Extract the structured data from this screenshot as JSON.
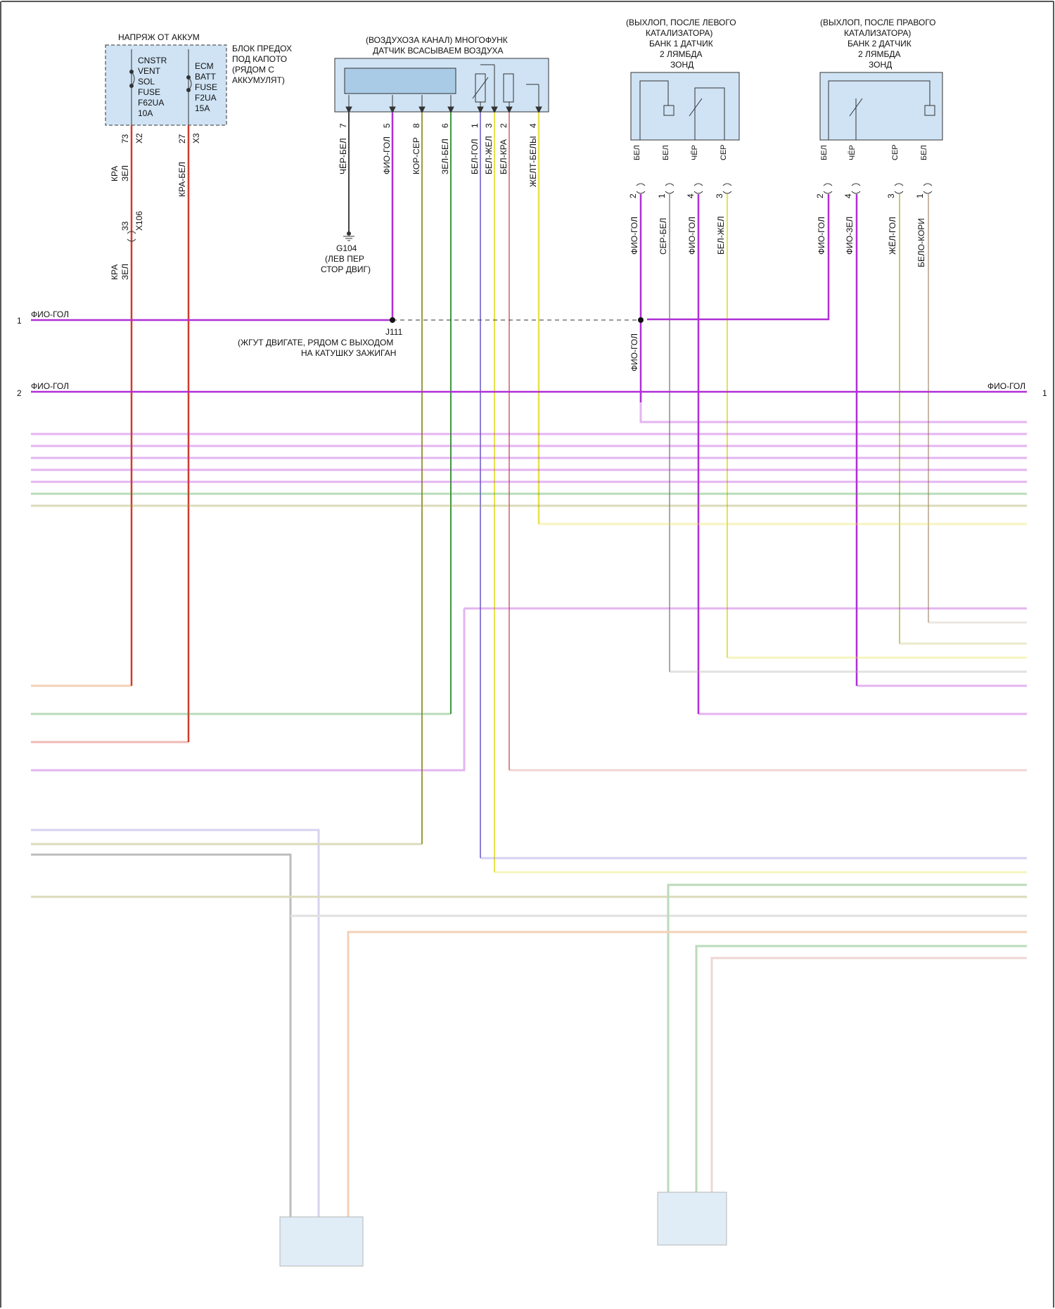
{
  "fuse_block": {
    "title": "НАПРЯЖ ОТ АККУМ",
    "location_lines": [
      "БЛОК ПРЕДОХ",
      "ПОД КАПОТО",
      "(РЯДОМ С",
      "АККУМУЛЯТ)"
    ],
    "fuse1_lines": [
      "CNSTR",
      "VENT",
      "SOL",
      "FUSE",
      "F62UA",
      "10A"
    ],
    "fuse2_lines": [
      "ECM",
      "BATT",
      "FUSE",
      "F2UA",
      "15A"
    ],
    "pin1": "73",
    "conn1": "X2",
    "pin2": "27",
    "conn2": "X3",
    "wire1_top": [
      "КРА",
      "ЗЕЛ"
    ],
    "wire2": "КРА-БЕЛ",
    "inline_pin": "33",
    "inline_conn": "X106",
    "wire1_bottom": [
      "КРА",
      "ЗЕЛ"
    ]
  },
  "maf_sensor": {
    "title_lines": [
      "(ВОЗДУХОЗА КАНАЛ) МНОГОФУНК",
      "ДАТЧИК ВСАСЫВАЕМ ВОЗДУХА"
    ],
    "pins": [
      "7",
      "5",
      "8",
      "6",
      "1",
      "3",
      "2",
      "4"
    ],
    "wires": [
      "ЧЁР-БЕЛ",
      "ФИО-ГОЛ",
      "КОР-СЕР",
      "ЗЕЛ-БЕЛ",
      "БЕЛ-ГОЛ",
      "БЕЛ-ЖЕЛ",
      "БЕЛ-КРА",
      "ЖЕЛТ-БЕЛЫ"
    ]
  },
  "ground": {
    "id": "G104",
    "lines": [
      "(ЛЕВ ПЕР",
      "СТОР ДВИГ)"
    ]
  },
  "splice": {
    "id": "J111",
    "lines": [
      "(ЖГУТ ДВИГАТЕ, РЯДОМ С ВЫХОДОМ",
      "НА КАТУШКУ ЗАЖИГАН"
    ],
    "wire": "ФИО-ГОЛ"
  },
  "o2_bank1": {
    "title_lines": [
      "(ВЫХЛОП, ПОСЛЕ ЛЕВОГО",
      "КАТАЛИЗАТОРА)",
      "БАНК 1 ДАТЧИК",
      "2 ЛЯМБДА",
      "ЗОНД"
    ],
    "pin_wires": [
      "БЕЛ",
      "БЕЛ",
      "ЧЁР",
      "СЕР"
    ],
    "pins": [
      "2",
      "1",
      "4",
      "3"
    ],
    "wires": [
      "ФИО-ГОЛ",
      "СЕР-БЕЛ",
      "ФИО-ГОЛ",
      "БЕЛ-ЖЕЛ"
    ]
  },
  "o2_bank2": {
    "title_lines": [
      "(ВЫХЛОП, ПОСЛЕ ПРАВОГО",
      "КАТАЛИЗАТОРА)",
      "БАНК 2 ДАТЧИК",
      "2 ЛЯМБДА",
      "ЗОНД"
    ],
    "pin_wires": [
      "БЕЛ",
      "ЧЁР",
      "СЕР",
      "БЕЛ"
    ],
    "pins": [
      "2",
      "4",
      "3",
      "1"
    ],
    "wires": [
      "ФИО-ГОЛ",
      "ФИО-ЗЕЛ",
      "ЖЁЛ-ГОЛ",
      "БЕЛО-КОРИ"
    ]
  },
  "bus": {
    "line1_num": "1",
    "line1_label": "ФИО-ГОЛ",
    "line2_num": "2",
    "line2_label": "ФИО-ГОЛ",
    "line2_right_label": "ФИО-ГОЛ",
    "line2_right_num": "1"
  },
  "colors": {
    "violet": "#b02fd6",
    "red": "#d23a2a",
    "orange": "#e07a30",
    "olive": "#9a9a40",
    "green": "#3c9a3c",
    "lavender": "#8a80d8",
    "yellow": "#e6e24a",
    "pink": "#d88a88",
    "gray": "#a8a8a8",
    "box": "#cfe3f4",
    "box_dark": "#a9cbe6"
  }
}
